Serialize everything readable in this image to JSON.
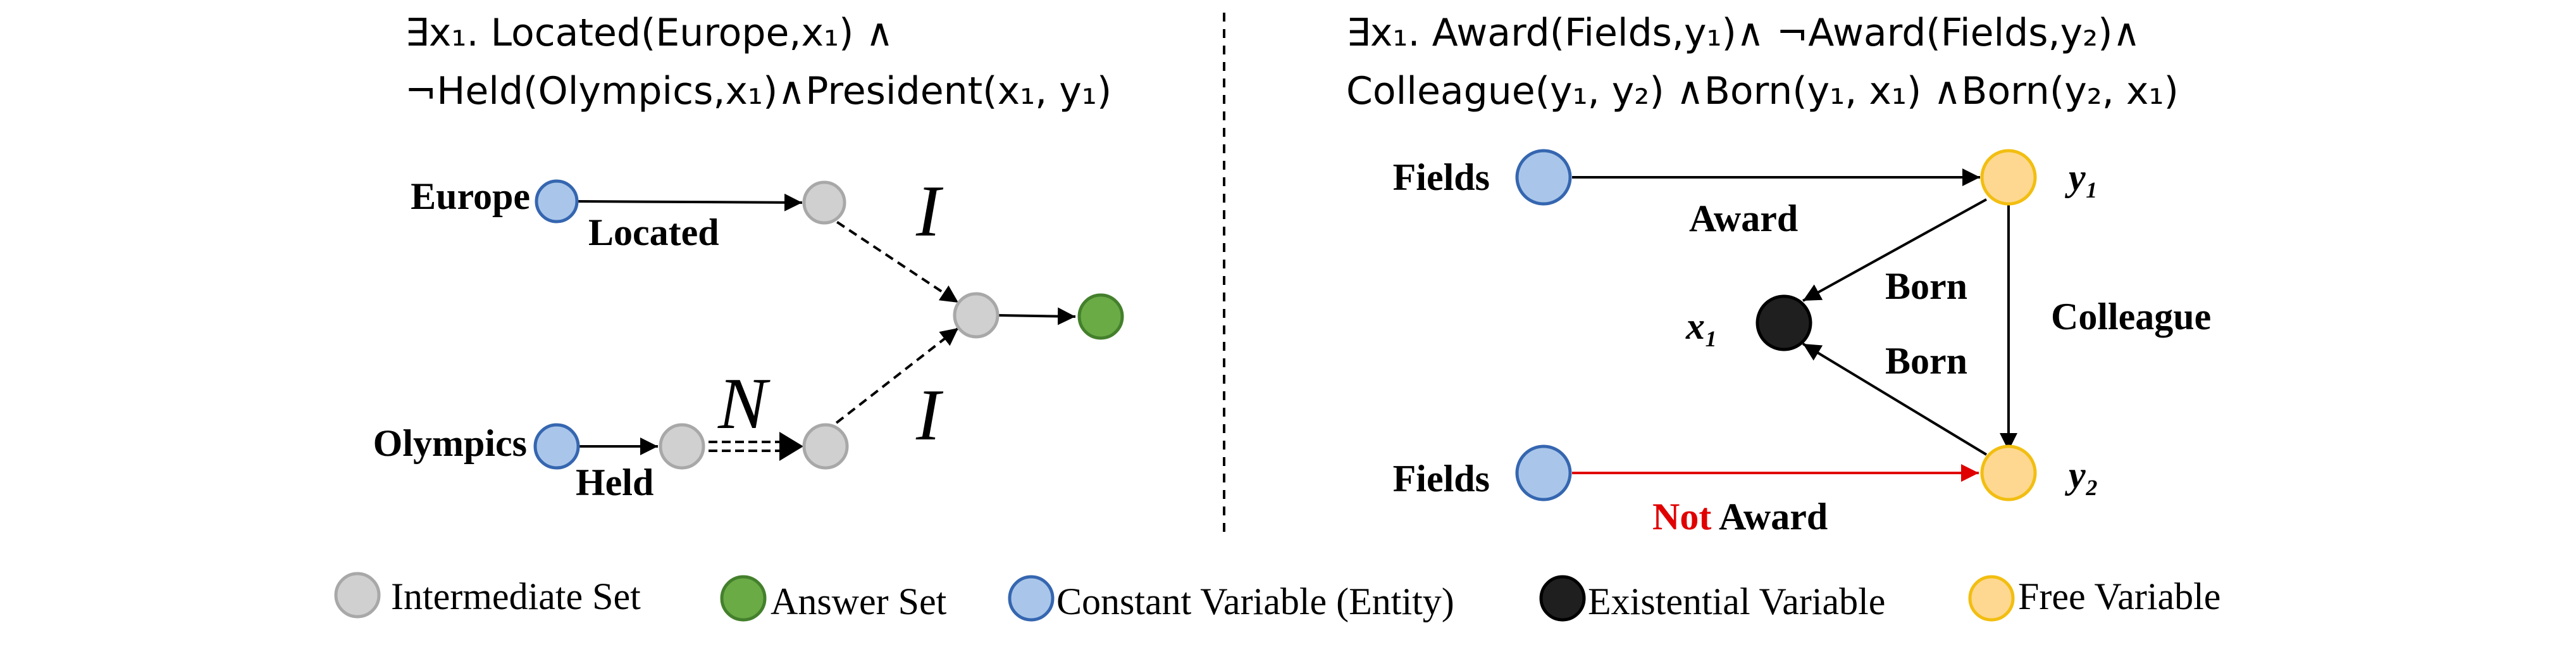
{
  "left_formula": {
    "line1": "∃x₁. Located(Europe,x₁) ∧",
    "line2": "¬Held(Olympics,x₁)∧President(x₁, y₁)"
  },
  "left_graph": {
    "node_europe": "Europe",
    "node_olympics": "Olympics",
    "edge_located": "Located",
    "edge_held": "Held",
    "op_intersection_top": "I",
    "op_intersection_bottom": "I",
    "op_negation": "N"
  },
  "right_formula": {
    "line1": "∃x₁. Award(Fields,y₁)∧ ¬Award(Fields,y₂)∧",
    "line2": "Colleague(y₁, y₂) ∧Born(y₁, x₁) ∧Born(y₂, x₁)"
  },
  "right_graph": {
    "node_fields_top": "Fields",
    "node_fields_bottom": "Fields",
    "var_y1": "y₁",
    "var_y2": "y₂",
    "var_x1": "x₁",
    "edge_award": "Award",
    "edge_born_top": "Born",
    "edge_born_bottom": "Born",
    "edge_colleague": "Colleague",
    "edge_not_award_not": "Not",
    "edge_not_award_award": "Award"
  },
  "legend": {
    "intermediate": "Intermediate Set",
    "answer": "Answer Set",
    "constant": "Constant Variable (Entity)",
    "existential": "Existential Variable",
    "free": "Free Variable"
  },
  "colors": {
    "intermediate_fill": "#d0d0d0",
    "intermediate_stroke": "#a8a8a8",
    "answer_fill": "#6aab45",
    "answer_stroke": "#44802c",
    "constant_fill": "#a9c6ea",
    "constant_stroke": "#3566b0",
    "existential_fill": "#1f1f1f",
    "existential_stroke": "#000000",
    "free_fill": "#fed891",
    "free_stroke": "#f2be10",
    "not_edge": "#e00000"
  }
}
